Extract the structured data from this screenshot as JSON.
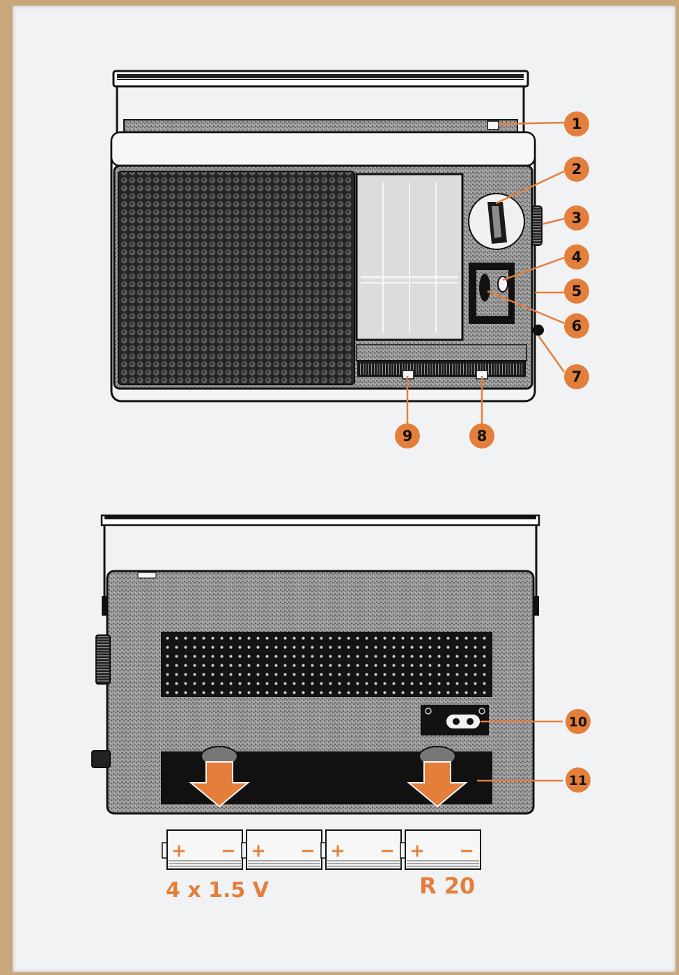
{
  "callouts": [
    "1",
    "2",
    "3",
    "4",
    "5",
    "6",
    "7",
    "9",
    "8",
    "10",
    "11"
  ],
  "battery": {
    "plus": "+",
    "minus": "−",
    "voltage_label": "4 x 1.5 V",
    "type_label": "R 20"
  },
  "colors": {
    "accent": "#e47f3b",
    "ink": "#1a1a1a",
    "paper": "#f1f2f4",
    "grey_body": "#8e8e8e"
  }
}
